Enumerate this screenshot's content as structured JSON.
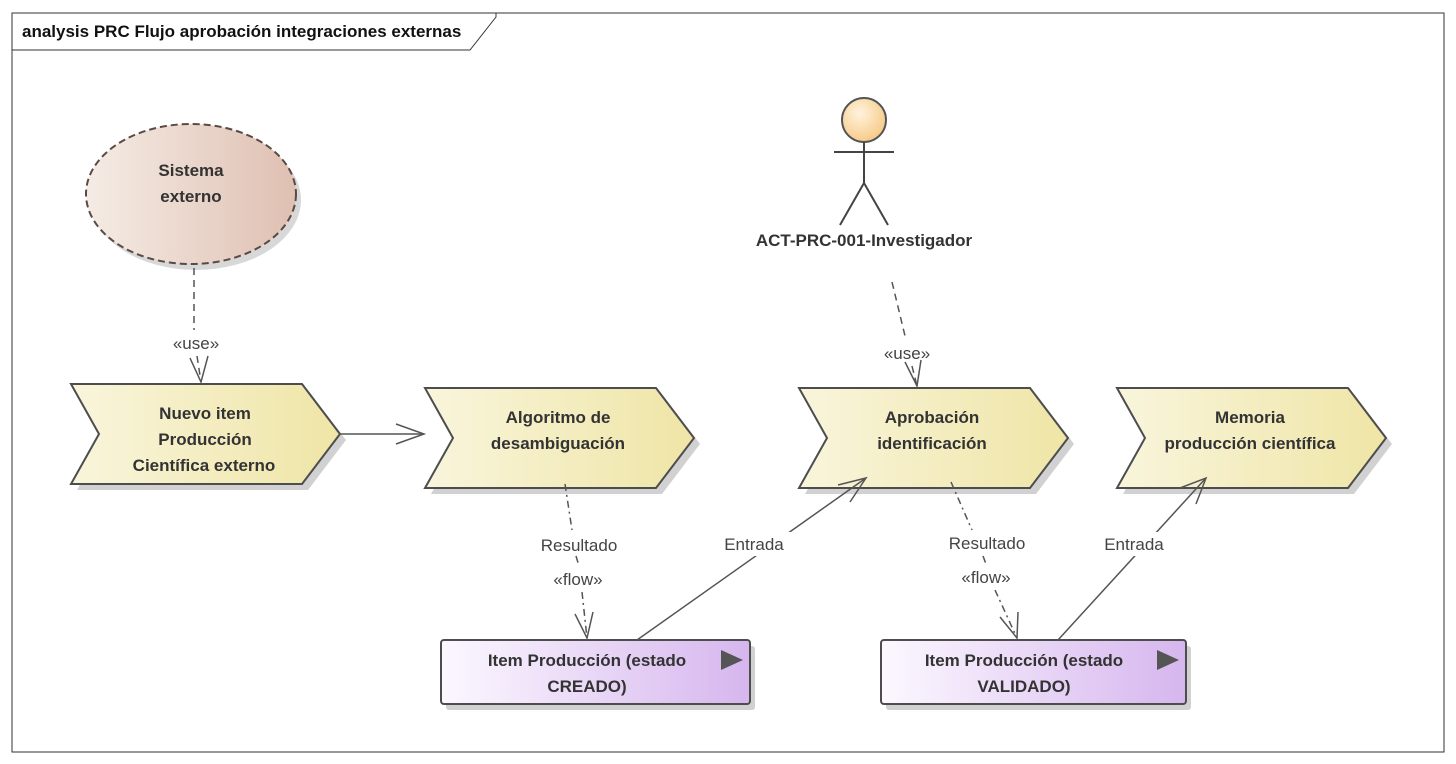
{
  "frame": {
    "title": "analysis PRC Flujo aprobación integraciones externas"
  },
  "external_system": {
    "lines": [
      "Sistema",
      "externo"
    ]
  },
  "actor": {
    "label": "ACT-PRC-001-Investigador"
  },
  "processes": [
    {
      "id": "nuevo-item",
      "lines": [
        "Nuevo item",
        "Producción",
        "Científica externo"
      ]
    },
    {
      "id": "algoritmo",
      "lines": [
        "Algoritmo de",
        "desambiguación"
      ]
    },
    {
      "id": "aprobacion",
      "lines": [
        "Aprobación",
        "identificación"
      ]
    },
    {
      "id": "memoria",
      "lines": [
        "Memoria",
        "producción científica"
      ]
    }
  ],
  "objects": [
    {
      "id": "item-creado",
      "lines": [
        "Item Producción (estado",
        "CREADO)"
      ]
    },
    {
      "id": "item-validado",
      "lines": [
        "Item Producción (estado",
        "VALIDADO)"
      ]
    }
  ],
  "connector_labels": {
    "use_1": "«use»",
    "use_2": "«use»",
    "resultado_1": "Resultado",
    "flow_1": "«flow»",
    "entrada_1": "Entrada",
    "resultado_2": "Resultado",
    "flow_2": "«flow»",
    "entrada_2": "Entrada"
  },
  "colors": {
    "process_fill_start": "#f8f3d5",
    "process_fill_end": "#efe5a8",
    "object_fill_start": "#fbf6fe",
    "object_fill_end": "#d8baf0",
    "external_fill_start": "#f3e8df",
    "external_fill_end": "#e2c5b8",
    "actor_head": "#fbd9a0"
  }
}
